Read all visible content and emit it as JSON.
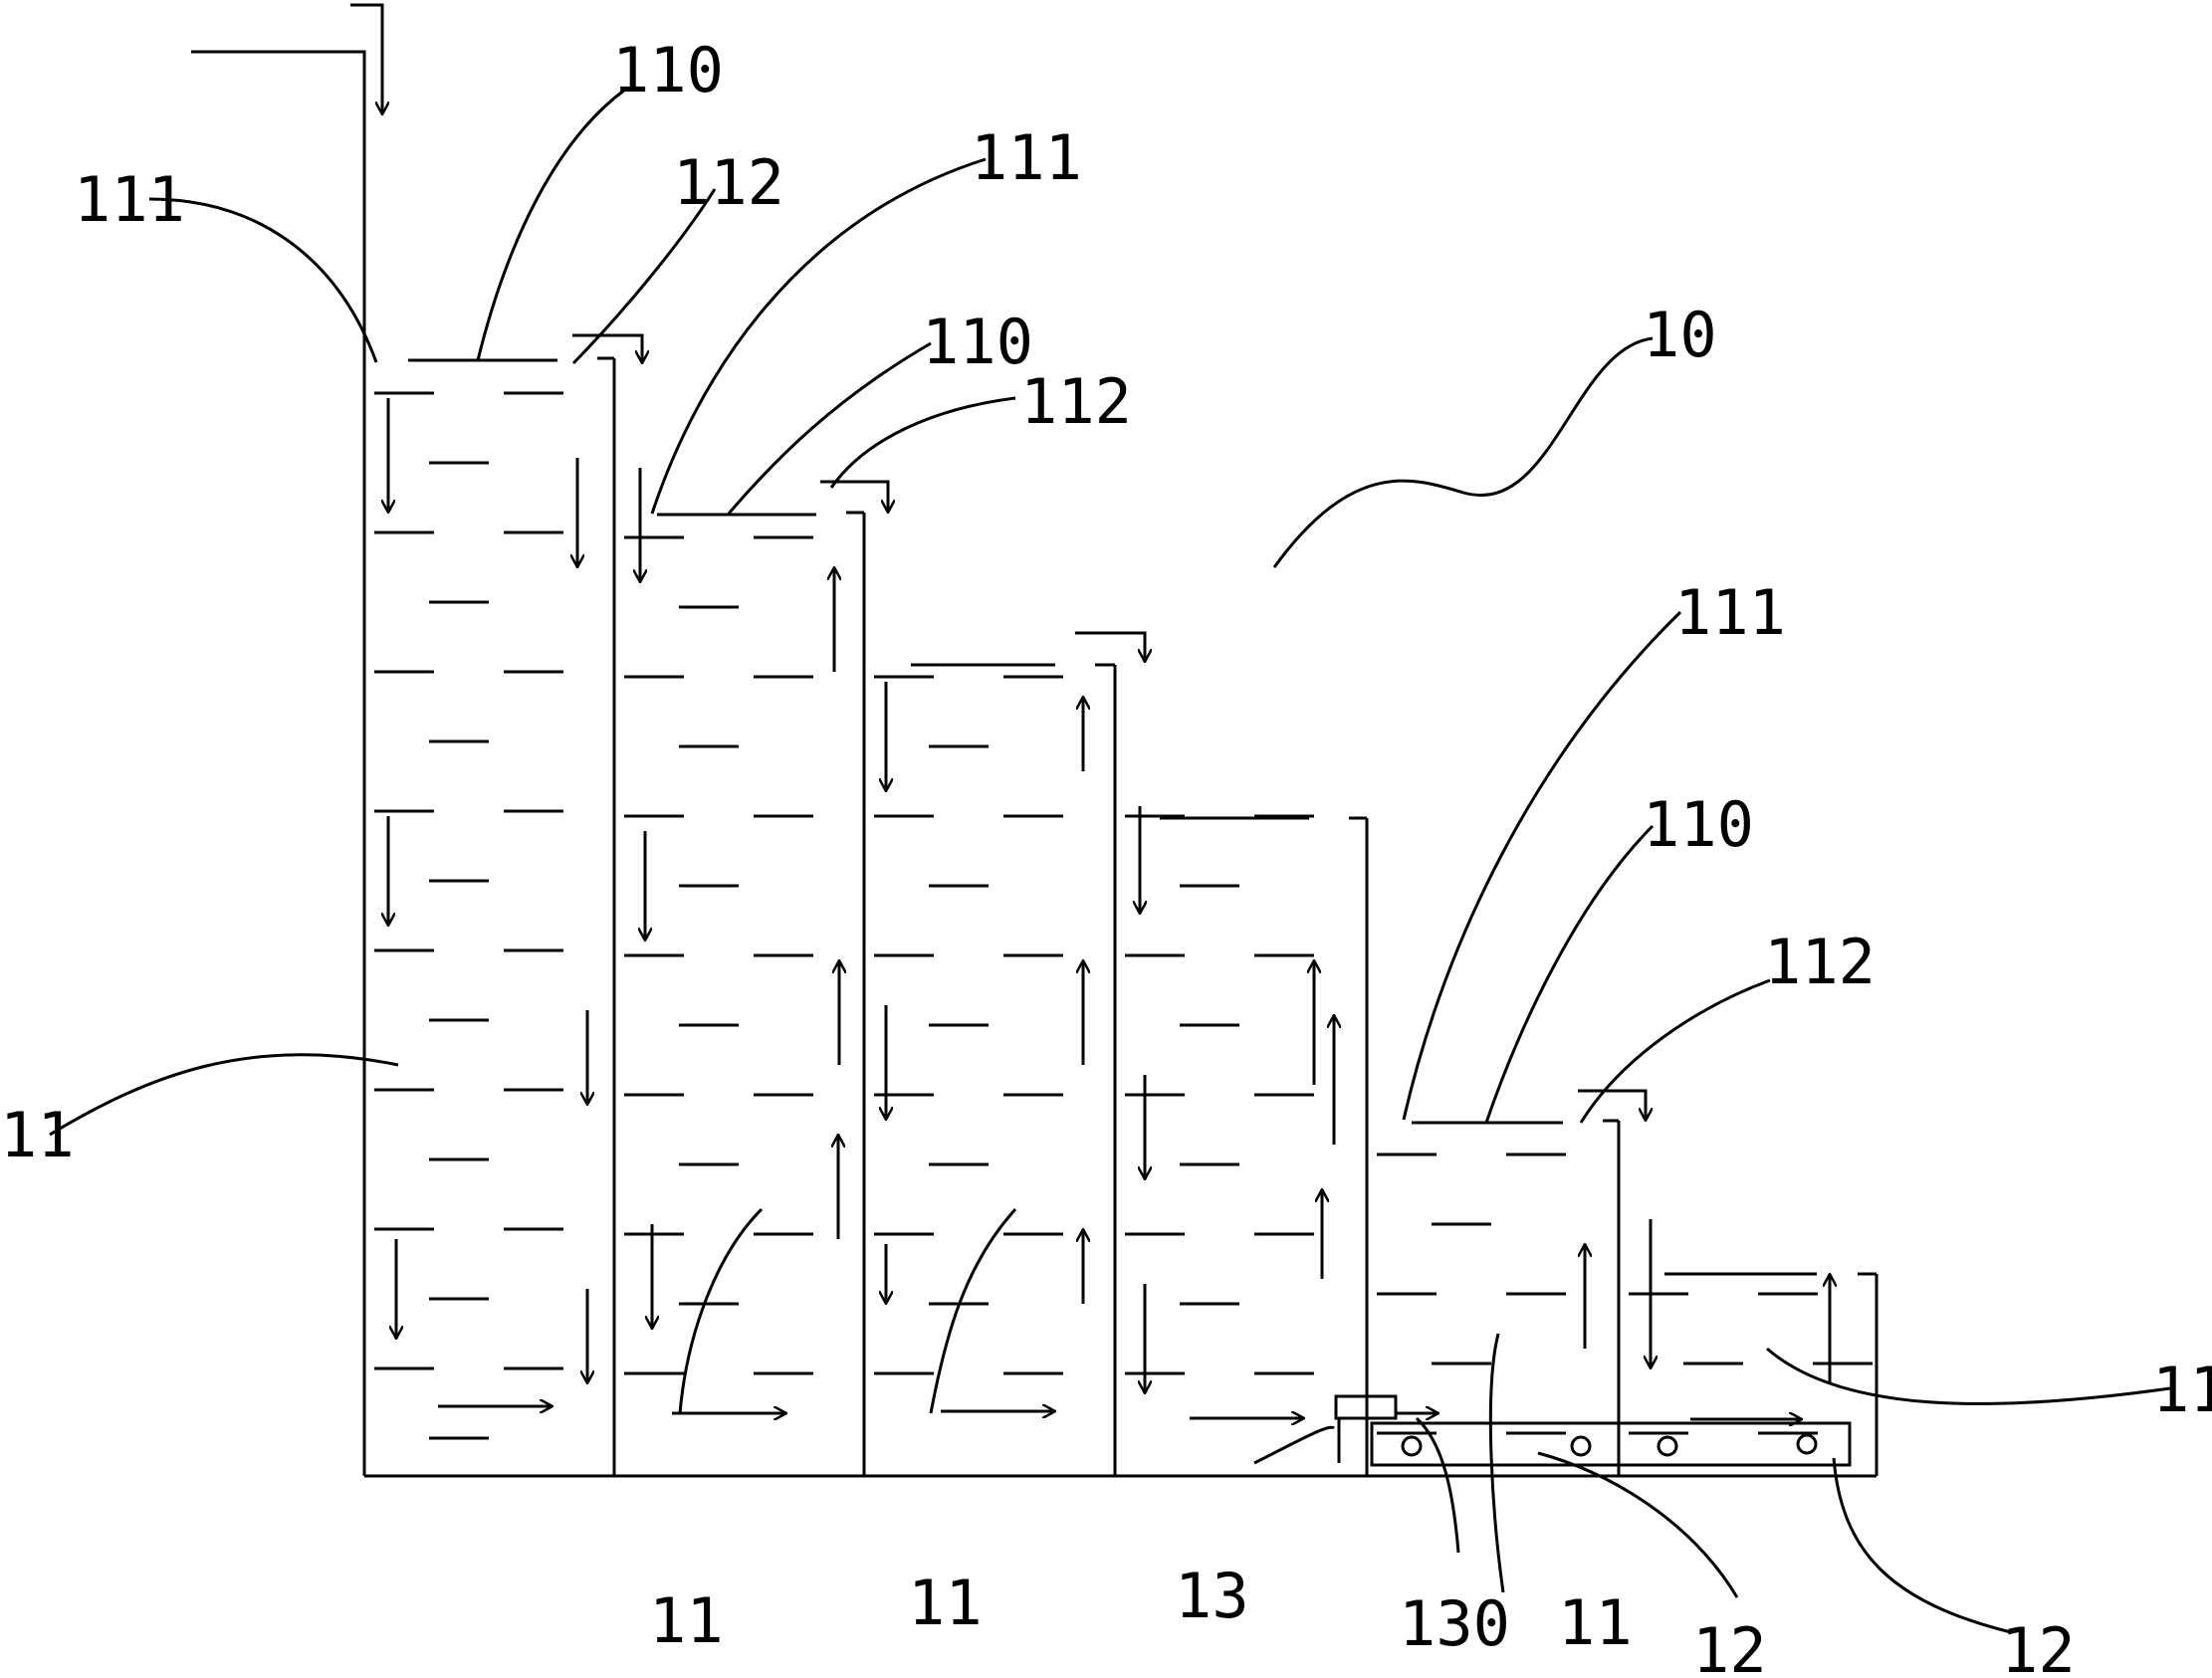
{
  "diagram": {
    "labels": [
      {
        "id": "label-111-a",
        "text": "111"
      },
      {
        "id": "label-110-a",
        "text": "110"
      },
      {
        "id": "label-112-a",
        "text": "112"
      },
      {
        "id": "label-111-b",
        "text": "111"
      },
      {
        "id": "label-110-b",
        "text": "110"
      },
      {
        "id": "label-112-b",
        "text": "112"
      },
      {
        "id": "label-10",
        "text": "10"
      },
      {
        "id": "label-111-c",
        "text": "111"
      },
      {
        "id": "label-110-c",
        "text": "110"
      },
      {
        "id": "label-112-c",
        "text": "112"
      },
      {
        "id": "label-11-a",
        "text": "11"
      },
      {
        "id": "label-11-b",
        "text": "11"
      },
      {
        "id": "label-11-c",
        "text": "11"
      },
      {
        "id": "label-11-d",
        "text": "11"
      },
      {
        "id": "label-11-e",
        "text": "11"
      },
      {
        "id": "label-13",
        "text": "13"
      },
      {
        "id": "label-130",
        "text": "130"
      },
      {
        "id": "label-12-a",
        "text": "12"
      },
      {
        "id": "label-12-b",
        "text": "12"
      }
    ]
  }
}
